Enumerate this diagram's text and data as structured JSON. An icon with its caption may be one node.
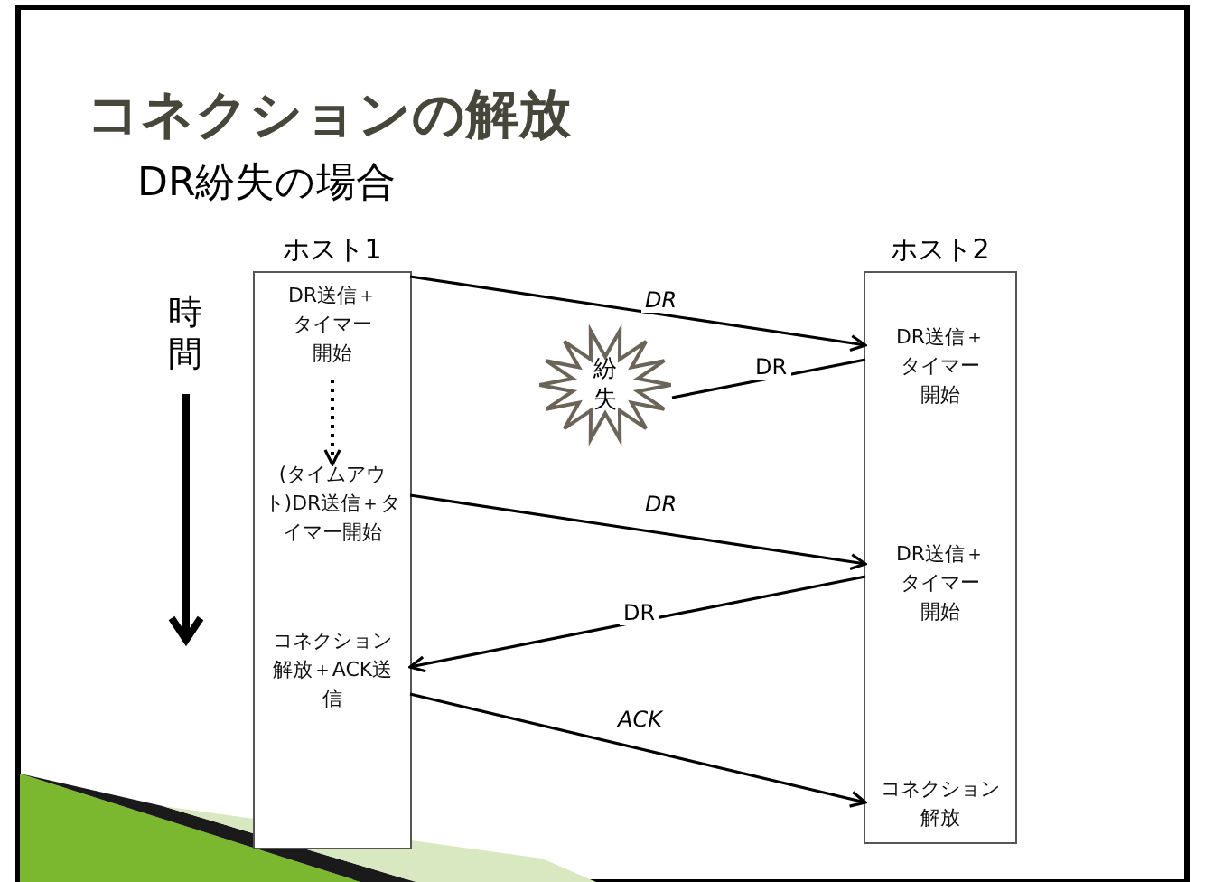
{
  "diagram": {
    "title": "コネクションの解放",
    "nodes": [
      {
        "text": [
          "ホスト1"
        ]
      },
      {
        "text": [
          "DR送信＋タイマー開始"
        ],
        "in": 0
      },
      {
        "text": [
          "(タイムアウト)DR送信＋タイマー開始"
        ],
        "in": 0
      },
      {
        "text": [
          "コネクション解放＋ACK送信"
        ],
        "in": 0
      },
      {
        "text": [
          "ホスト2"
        ]
      },
      {
        "text": [
          "DR送信＋タイマー開始"
        ],
        "in": 4
      },
      {
        "text": [
          "DR送信＋タイマー開始"
        ],
        "in": 4
      },
      {
        "text": [
          "コネクション解放"
        ],
        "in": 4
      },
      {
        "text": [
          "紛失"
        ]
      }
    ],
    "edges": [
      {
        "from": 1,
        "to": 5,
        "arrow": "to",
        "label": "DR"
      },
      {
        "from": 5,
        "to": 8,
        "arrow": "none",
        "label": "DR"
      },
      {
        "from": 1,
        "to": 2,
        "arrow": "to",
        "style": "dashed"
      },
      {
        "from": 2,
        "to": 6,
        "arrow": "to",
        "label": "DR"
      },
      {
        "from": 6,
        "to": 3,
        "arrow": "to",
        "label": "DR"
      },
      {
        "from": 3,
        "to": 7,
        "arrow": "to",
        "label": "ACK"
      }
    ],
    "labels": [
      "DR紛失の場合",
      "時間"
    ]
  }
}
